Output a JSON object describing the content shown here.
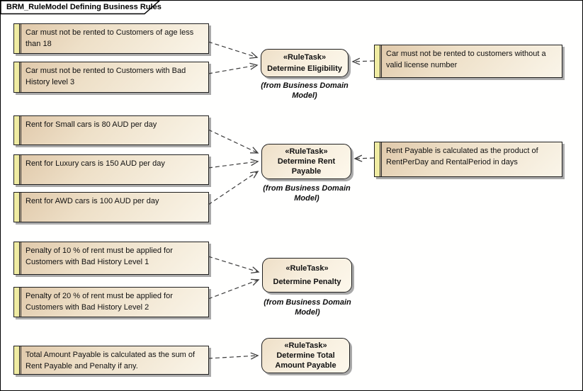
{
  "frame": {
    "title": "BRM_RuleModel Defining Business Rules"
  },
  "notes": [
    {
      "id": "note-age-limit",
      "text": "Car must not be rented to Customers of age less than 18"
    },
    {
      "id": "note-bad-history-3",
      "text": "Car must not be rented to Customers with Bad History level 3"
    },
    {
      "id": "note-license-number",
      "text": "Car must not be rented to customers without a valid license number"
    },
    {
      "id": "note-small-car-rent",
      "text": "Rent for Small cars is 80 AUD per day"
    },
    {
      "id": "note-luxury-car-rent",
      "text": "Rent for Luxury cars is 150 AUD per day"
    },
    {
      "id": "note-awd-car-rent",
      "text": "Rent for AWD cars is 100 AUD per day"
    },
    {
      "id": "note-rent-payable-calc",
      "text": "Rent Payable is calculated as the product of RentPerDay and RentalPeriod in days"
    },
    {
      "id": "note-penalty-10",
      "text": "Penalty of 10 % of rent must be applied for Customers with Bad History Level 1"
    },
    {
      "id": "note-penalty-20",
      "text": "Penalty of 20 % of rent must be applied for Customers with Bad History Level 2"
    },
    {
      "id": "note-total-amount",
      "text": "Total Amount Payable is calculated as the sum of Rent Payable and Penalty if any."
    }
  ],
  "rule_tasks": [
    {
      "stereotype": "«RuleTask»",
      "name": "Determine Eligibility",
      "from_label": "(from Business Domain Model)"
    },
    {
      "stereotype": "«RuleTask»",
      "name": "Determine Rent Payable",
      "from_label": "(from Business Domain Model)"
    },
    {
      "stereotype": "«RuleTask»",
      "name": "Determine Penalty",
      "from_label": "(from Business Domain Model)"
    },
    {
      "stereotype": "«RuleTask»",
      "name": "Determine Total Amount Payable",
      "from_label": ""
    }
  ],
  "colors": {
    "note_fill_dark": "#dfc7a8",
    "note_fill_light": "#faf5e9",
    "note_stripe": "#f0eca3",
    "task_fill_dark": "#eedfc7",
    "task_fill_light": "#fdf8ec",
    "shadow": "#aaaaaa",
    "border": "#1f1f1f",
    "connector": "#3c3c3c"
  }
}
